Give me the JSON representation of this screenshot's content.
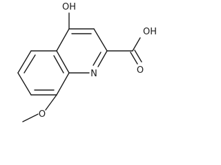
{
  "molecule": {
    "atoms": {
      "hydroxy_oh": "OH",
      "ring_nitrogen": "N",
      "acid_oh": "OH",
      "acid_carbonyl_o": "O",
      "methoxy_o": "O"
    },
    "colors": {
      "bond": "#1a1a1a",
      "label": "#1a1a1a",
      "background": "#ffffff"
    }
  }
}
